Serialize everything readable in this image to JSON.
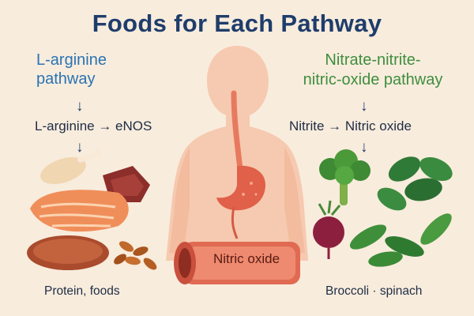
{
  "title": "Foods for Each Pathway",
  "left_pathway": {
    "title_line1": "L-arginine",
    "title_line2": "pathway",
    "arrow_glyph": "↓",
    "flow_text": "L-arginine → eNOS",
    "caption": "Protein, foods"
  },
  "right_pathway": {
    "title_line1": "Nitrate-nitrite-",
    "title_line2": "nitric-oxide pathway",
    "arrow_glyph": "↓",
    "flow_text": "Nitrite → Nitric oxide",
    "caption": "Broccoli · spinach"
  },
  "center": {
    "artery_label": "Nitric oxide"
  },
  "colors": {
    "background": "#f8ecdd",
    "title": "#1f3d6b",
    "left_accent": "#2a73b3",
    "right_accent": "#3f8e3e",
    "body_silhouette": "#f6c4a8",
    "artery": "#e06a52"
  },
  "icons": [
    "human-body-icon",
    "stomach-icon",
    "artery-icon",
    "chicken-icon",
    "beef-icon",
    "salmon-icon",
    "steak-icon",
    "almonds-icon",
    "broccoli-icon",
    "spinach-icon",
    "beet-icon",
    "arugula-icon"
  ]
}
